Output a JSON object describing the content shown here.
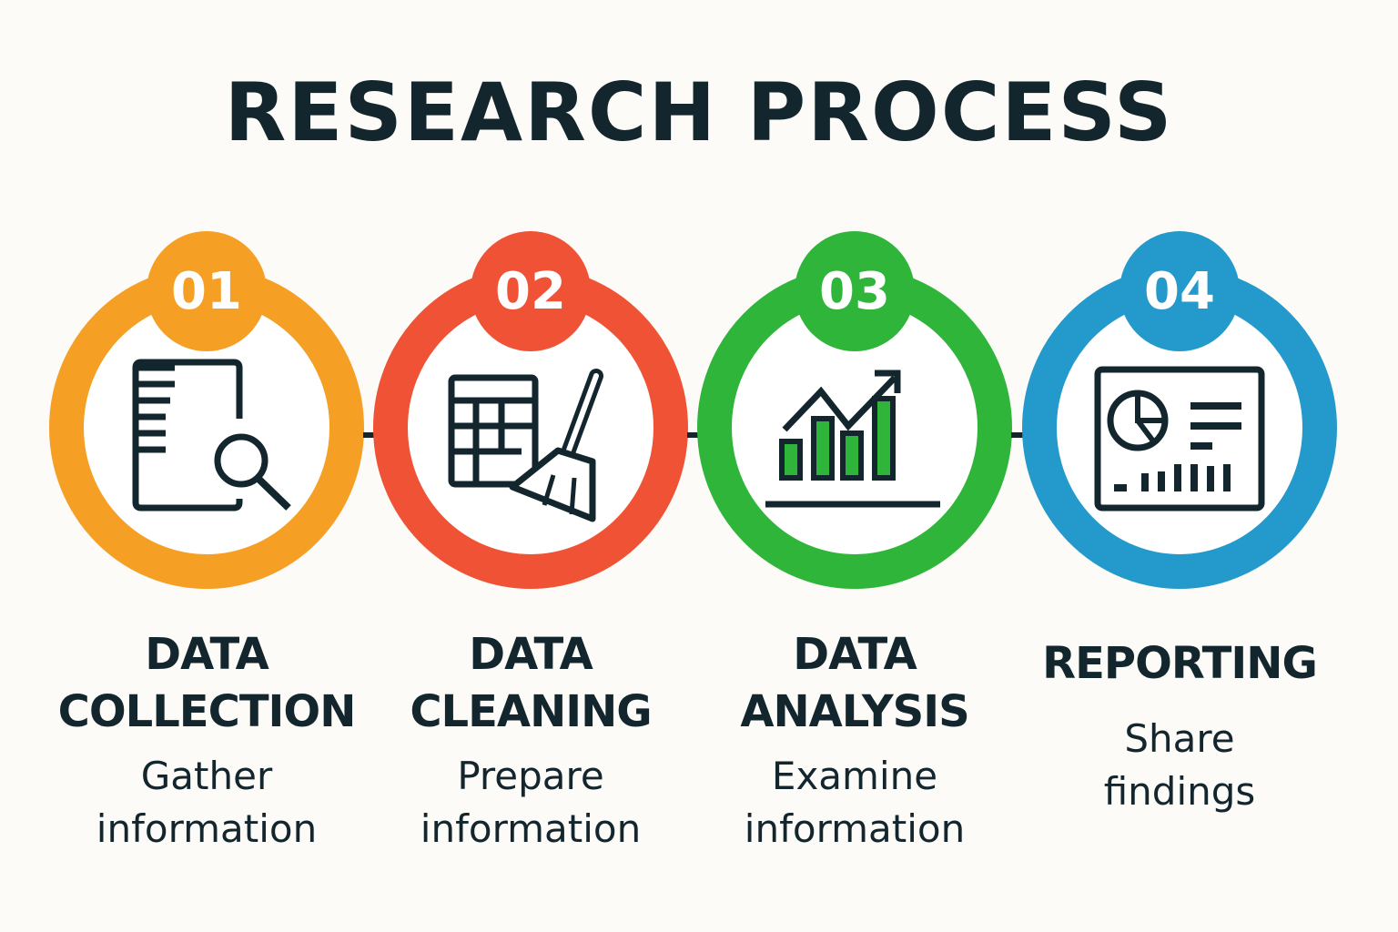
{
  "title": "RESEARCH PROCESS",
  "ink_color": "#13262e",
  "steps": [
    {
      "number": "01",
      "title_lines": [
        "DATA",
        "COLLECTION"
      ],
      "subtitle_lines": [
        "Gather",
        "information"
      ],
      "color": "#f59f24",
      "icon": "document-search-icon"
    },
    {
      "number": "02",
      "title_lines": [
        "DATA",
        "CLEANING"
      ],
      "subtitle_lines": [
        "Prepare",
        "information"
      ],
      "color": "#ef5235",
      "icon": "table-broom-icon"
    },
    {
      "number": "03",
      "title_lines": [
        "DATA",
        "ANALYSIS"
      ],
      "subtitle_lines": [
        "Examine",
        "information"
      ],
      "color": "#2eb53a",
      "icon": "bar-chart-trend-icon"
    },
    {
      "number": "04",
      "title_lines": [
        "REPORTING"
      ],
      "subtitle_lines": [
        "Share",
        "findings"
      ],
      "color": "#2499cb",
      "icon": "report-dashboard-icon"
    }
  ]
}
